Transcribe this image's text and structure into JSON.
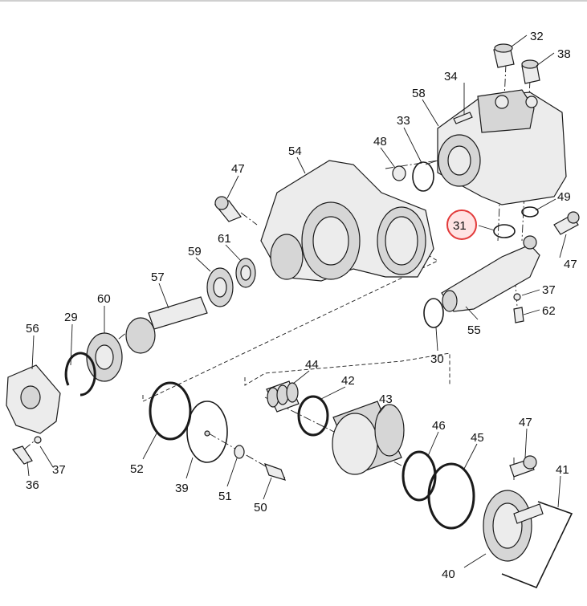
{
  "diagram": {
    "labels": [
      "32",
      "38",
      "34",
      "58",
      "33",
      "48",
      "54",
      "47",
      "49",
      "31",
      "61",
      "59",
      "57",
      "60",
      "29",
      "56",
      "37",
      "62",
      "55",
      "30",
      "44",
      "42",
      "43",
      "46",
      "45",
      "52",
      "39",
      "51",
      "50",
      "36",
      "41",
      "40"
    ],
    "highlighted_label": "31",
    "colors": {
      "highlight_fill": "#ffe3e3",
      "highlight_stroke": "#e23a3a",
      "line": "#1a1a1a",
      "part_fill": "#ececec"
    }
  }
}
